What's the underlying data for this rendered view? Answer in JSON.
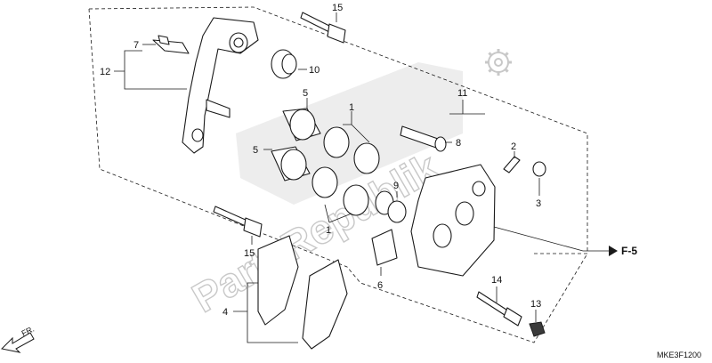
{
  "watermark": {
    "text": "PartsRepublik"
  },
  "callouts": {
    "c1a": "1",
    "c1b": "1",
    "c2": "2",
    "c3": "3",
    "c4": "4",
    "c5a": "5",
    "c5b": "5",
    "c6": "6",
    "c7": "7",
    "c8": "8",
    "c9": "9",
    "c10": "10",
    "c11": "11",
    "c12": "12",
    "c13": "13",
    "c14": "14",
    "c15a": "15",
    "c15b": "15"
  },
  "reference": "F-5",
  "direction_label": "FR.",
  "diagram_code": "MKE3F1200",
  "colors": {
    "line": "#1a1a1a",
    "watermark": "#c8c8c8",
    "background": "#ffffff"
  }
}
